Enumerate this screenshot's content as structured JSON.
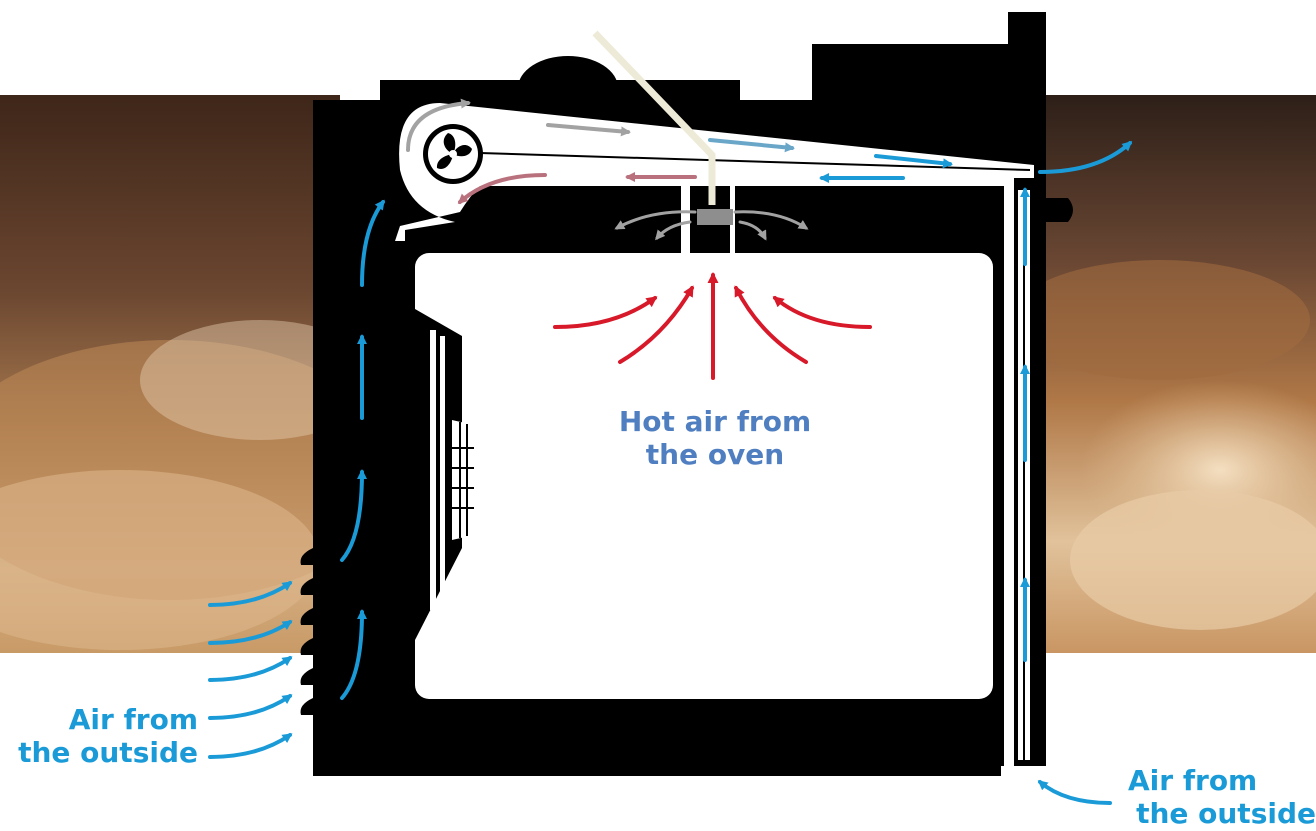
{
  "labels": {
    "hot_air": {
      "line1": "Hot air from",
      "line2": "the oven"
    },
    "outside_left": {
      "line1": "Air from",
      "line2": "the outside"
    },
    "outside_right": {
      "line1": "Air from",
      "line2": "the outside"
    }
  },
  "colors": {
    "oven_body": "#000000",
    "cavity": "#ffffff",
    "cool_air": "#1a9bd7",
    "hot_air": "#d7192a",
    "mixed_air": "#b9727d",
    "fan_air": "#a2a2a2",
    "exhaust_air": "#6aa6c8",
    "label_hot": "#4f7fc0",
    "label_outside": "#1a9bd7",
    "duct": "#eeead8",
    "bread_dark": "#4a2e1f",
    "bread_light": "#d9b48a"
  },
  "icons": [
    "fan-icon"
  ]
}
